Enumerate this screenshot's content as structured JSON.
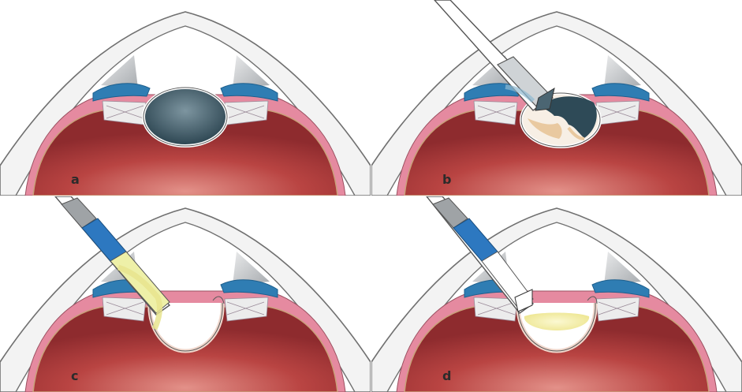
{
  "panels": [
    {
      "id": "a",
      "label": "a",
      "lens": "intact-dark"
    },
    {
      "id": "b",
      "label": "b",
      "lens": "fragmenting"
    },
    {
      "id": "c",
      "label": "c",
      "lens": "empty-capsule-irrigation"
    },
    {
      "id": "d",
      "label": "d",
      "lens": "implanted-lens"
    }
  ],
  "colors": {
    "outer_shell": "#f2f2f2",
    "outline": "#6e6e6e",
    "cornea_inner": "#ffffff",
    "grey_wedge": "#b9bdc1",
    "iris_blue": "#2f7db3",
    "iris_blue_dark": "#1e5f8d",
    "pink": "#e48aa0",
    "globe_red": "#b93a3a",
    "globe_red_light": "#d97a72",
    "lens_dark": "#2e4a57",
    "lens_mid": "#6d8894",
    "lens_frag": "#e9c9a0",
    "lens_yellow": "#f1eea8",
    "probe_grey": "#9fa3a6",
    "probe_blue": "#2d78c0"
  }
}
